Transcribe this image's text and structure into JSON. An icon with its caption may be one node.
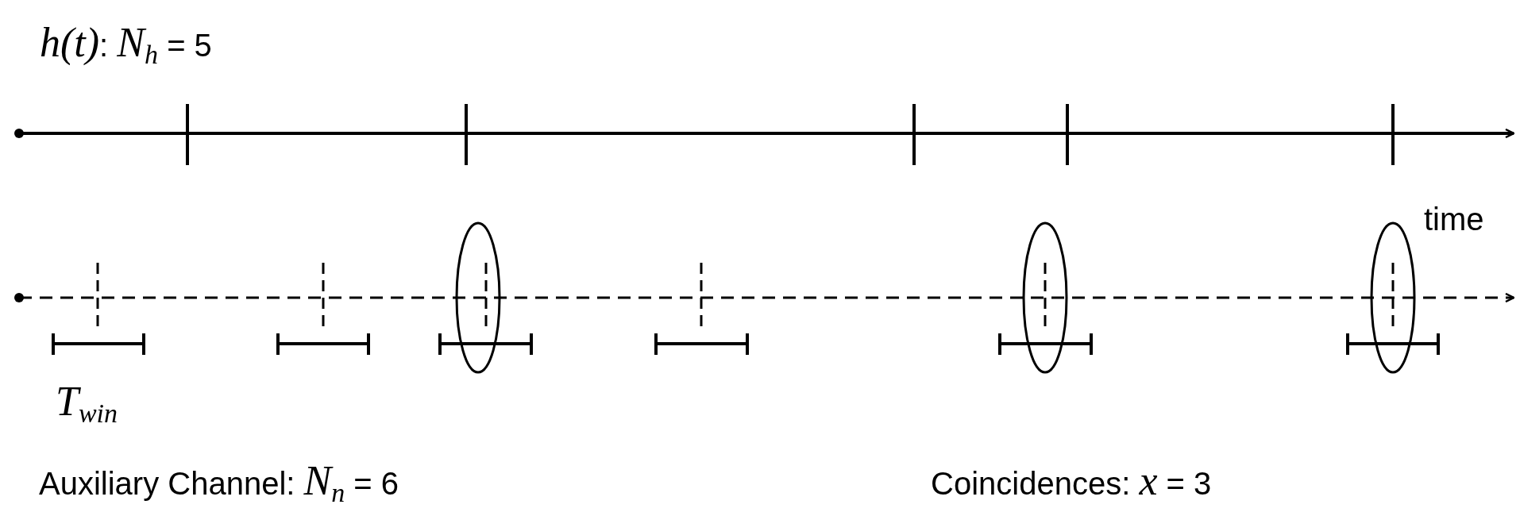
{
  "diagram": {
    "labels": [
      "*h(t)*:  *N*$_{h}$ = 5",
      "time",
      "*T*$_{win}$",
      "Auxiliary Channel:  *N*$_{n}$ = 6",
      "Coincidences:  *x* = 3"
    ]
  }
}
